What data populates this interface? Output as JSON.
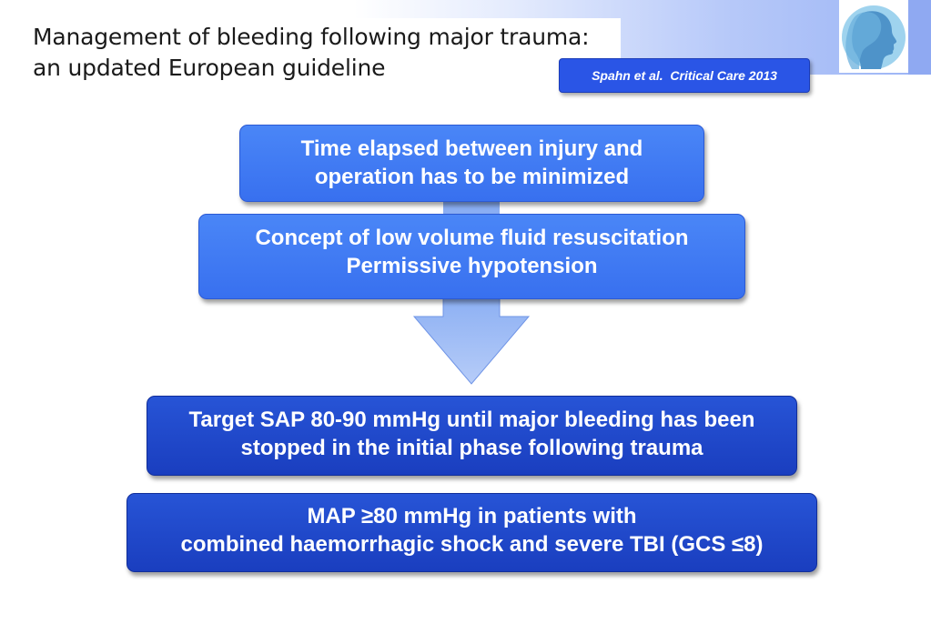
{
  "header": {
    "title_line1": "Management of bleeding following major trauma:",
    "title_line2": "an updated European guideline",
    "citation": "Spahn et al.  Critical Care 2013"
  },
  "colors": {
    "light_box": "#3f7bf4",
    "dark_box": "#1f47cc",
    "arrow": "#9ab8f5",
    "citation_bg": "#2a55e6"
  },
  "flow": {
    "box1": {
      "line1": "Time elapsed between injury and",
      "line2": "operation has to be minimized"
    },
    "box2": {
      "line1": "Concept of low volume fluid resuscitation",
      "line2": "Permissive hypotension"
    },
    "box3": {
      "line1": "Target SAP 80-90 mmHg until major bleeding has been",
      "line2": "stopped in the initial phase following trauma"
    },
    "box4": {
      "line1": "MAP ≥80 mmHg in patients with",
      "line2": "combined haemorrhagic shock and severe TBI (GCS ≤8)"
    }
  },
  "icons": {
    "logo": "head-profile-icon",
    "arrow": "down-arrow-icon"
  }
}
